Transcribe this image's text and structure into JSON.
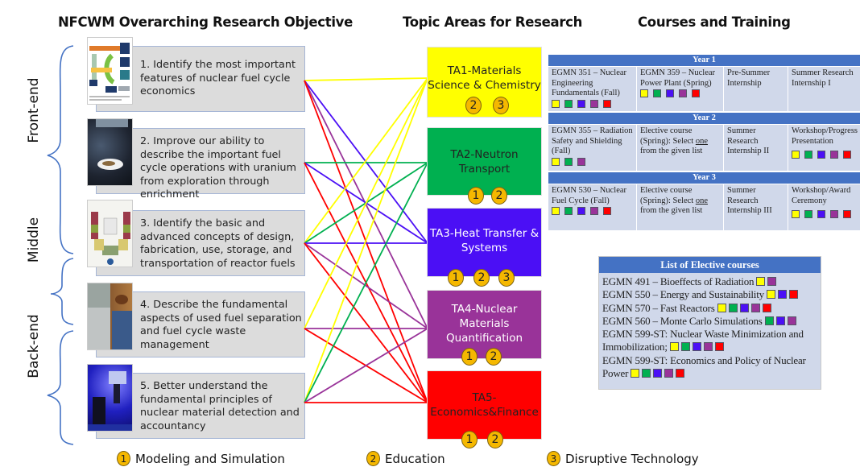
{
  "headers": {
    "objectives": "NFCWM Overarching Research Objective",
    "topic_areas": "Topic Areas for Research",
    "courses": "Courses and Training"
  },
  "side_labels": [
    "Front-end",
    "Middle",
    "Back-end"
  ],
  "objectives": [
    {
      "id": 1,
      "text": "1. Identify the most important features of nuclear fuel cycle economics",
      "image": "fuel-cycle-diagram"
    },
    {
      "id": 2,
      "text": "2. Improve our ability to describe the important fuel cycle operations with uranium from exploration through enrichment",
      "image": "uranium-ore-photo"
    },
    {
      "id": 3,
      "text": "3. Identify the basic and advanced concepts of design, fabrication, use, storage, and transportation of reactor fuels",
      "image": "reactor-schematic"
    },
    {
      "id": 4,
      "text": "4. Describe the fundamental aspects of used fuel separation and fuel cycle waste management",
      "image": "waste-management-photo"
    },
    {
      "id": 5,
      "text": "5. Better understand the fundamental principles of nuclear material detection and accountancy",
      "image": "detector-lab-photo"
    }
  ],
  "topic_areas": [
    {
      "id": "TA1",
      "line1": "TA1-Materials",
      "line2": "Science & Chemistry",
      "line3": "",
      "color": "#ffff00",
      "text_color": "#222222",
      "badges": [
        "2",
        "3"
      ]
    },
    {
      "id": "TA2",
      "line1": "TA2-Neutron",
      "line2": "Transport",
      "line3": "",
      "color": "#00b050",
      "text_color": "#222222",
      "badges": [
        "1",
        "2"
      ]
    },
    {
      "id": "TA3",
      "line1": "TA3-Heat Transfer &",
      "line2": "Systems",
      "line3": "",
      "color": "#4b0ff5",
      "text_color": "#ffffff",
      "badges": [
        "1",
        "2",
        "3"
      ]
    },
    {
      "id": "TA4",
      "line1": "TA4-Nuclear",
      "line2": "Materials",
      "line3": "Quantification",
      "color": "#993399",
      "text_color": "#ffffff",
      "badges": [
        "1",
        "2"
      ]
    },
    {
      "id": "TA5",
      "line1": "TA5-",
      "line2": "Economics&Finance",
      "line3": "",
      "color": "#ff0000",
      "text_color": "#222222",
      "badges": [
        "1",
        "2"
      ]
    }
  ],
  "connections": [
    {
      "objective": 1,
      "topics": [
        "TA1",
        "TA3",
        "TA4",
        "TA5"
      ]
    },
    {
      "objective": 2,
      "topics": [
        "TA2",
        "TA3",
        "TA5"
      ]
    },
    {
      "objective": 3,
      "topics": [
        "TA1",
        "TA2",
        "TA3",
        "TA4",
        "TA5"
      ]
    },
    {
      "objective": 4,
      "topics": [
        "TA1",
        "TA4",
        "TA5"
      ]
    },
    {
      "objective": 5,
      "topics": [
        "TA1",
        "TA2",
        "TA4",
        "TA5"
      ]
    }
  ],
  "ta_colors": {
    "TA1": "#ffff00",
    "TA2": "#00b050",
    "TA3": "#4b0ff5",
    "TA4": "#993399",
    "TA5": "#ff0000"
  },
  "years": [
    {
      "label": "Year 1",
      "cells": [
        {
          "text": "EGMN 351 – Nuclear Engineering Fundamentals (Fall)",
          "tas": [
            "TA1",
            "TA2",
            "TA3",
            "TA4",
            "TA5"
          ]
        },
        {
          "text": "EGMN 359 – Nuclear Power Plant (Spring)",
          "tas": [
            "TA1",
            "TA2",
            "TA3",
            "TA4",
            "TA5"
          ]
        },
        {
          "text": "Pre-Summer Internship",
          "tas": []
        },
        {
          "text": "Summer Research Internship I",
          "tas": []
        }
      ]
    },
    {
      "label": "Year 2",
      "cells": [
        {
          "text": "EGMN 355 – Radiation Safety and Shielding (Fall)",
          "tas": [
            "TA1",
            "TA2",
            "TA4"
          ]
        },
        {
          "text_pre": "Elective course (Spring): Select ",
          "text_u": "one",
          "text_post": " from the given list",
          "tas": []
        },
        {
          "text": "Summer Research Internship II",
          "tas": []
        },
        {
          "text": "Workshop/Progress Presentation",
          "tas": [
            "TA1",
            "TA2",
            "TA3",
            "TA4",
            "TA5"
          ]
        }
      ]
    },
    {
      "label": "Year 3",
      "cells": [
        {
          "text": "EGMN 530 – Nuclear Fuel Cycle (Fall)",
          "tas": [
            "TA1",
            "TA2",
            "TA3",
            "TA4",
            "TA5"
          ]
        },
        {
          "text_pre": "Elective course (Spring): Select ",
          "text_u": "one",
          "text_post": " from the given list",
          "tas": []
        },
        {
          "text": "Summer Research Internship III",
          "tas": []
        },
        {
          "text": "Workshop/Award Ceremony",
          "tas": [
            "TA1",
            "TA2",
            "TA3",
            "TA4",
            "TA5"
          ]
        }
      ]
    }
  ],
  "electives": {
    "title": "List of Elective courses",
    "items": [
      {
        "text": "EGMN 491 – Bioeffects of Radiation",
        "tas": [
          "TA1",
          "TA4"
        ]
      },
      {
        "text": "EGMN 550 – Energy and Sustainability",
        "tas": [
          "TA1",
          "TA3",
          "TA5"
        ]
      },
      {
        "text": "EGMN 570 – Fast Reactors",
        "tas": [
          "TA1",
          "TA2",
          "TA3",
          "TA4",
          "TA5"
        ]
      },
      {
        "text": "EGMN 560 – Monte Carlo Simulations",
        "tas": [
          "TA2",
          "TA3",
          "TA4"
        ]
      },
      {
        "text": "EGMN 599-ST: Nuclear Waste Minimization and Immobilization;",
        "tas": [
          "TA1",
          "TA2",
          "TA3",
          "TA4",
          "TA5"
        ]
      },
      {
        "text": "EGMN 599-ST: Economics and Policy of Nuclear Power",
        "tas": [
          "TA1",
          "TA2",
          "TA3",
          "TA4",
          "TA5"
        ]
      }
    ]
  },
  "legend": [
    {
      "badge": "1",
      "label": "Modeling and Simulation"
    },
    {
      "badge": "2",
      "label": "Education"
    },
    {
      "badge": "3",
      "label": "Disruptive Technology"
    }
  ]
}
